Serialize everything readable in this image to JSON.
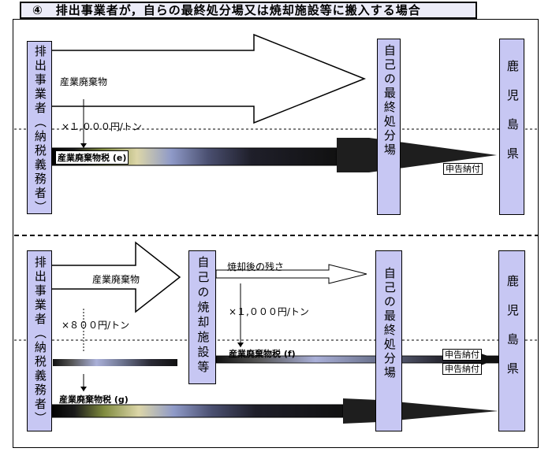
{
  "header": {
    "title": "④　排出事業者が，自らの最終処分場又は焼却施設等に搬入する場合"
  },
  "upper": {
    "emitter": "排出事業者（納税義務者）",
    "final_site": "自己の最終処分場",
    "prefecture": "鹿児島県",
    "waste_label": "産業廃棄物",
    "rate_label": "×１,０００円/トン",
    "tax_label": "産業廃棄物税 (e)",
    "filing": "申告納付"
  },
  "lower": {
    "emitter": "排出事業者（納税義務者）",
    "incinerator": "自己の焼却施設等",
    "final_site": "自己の最終処分場",
    "prefecture": "鹿児島県",
    "waste_label": "産業廃棄物",
    "residue_label": "焼却後の残さ",
    "rate_f": "×１,０００円/トン",
    "rate_g": "×８００円/トン",
    "tax_f": "産業廃棄物税 (f)",
    "tax_g": "産業廃棄物税 (g)",
    "filing_1": "申告納付",
    "filing_2": "申告納付"
  },
  "colors": {
    "box_fill": "#c7c7f3",
    "arrow_dark": "#222222",
    "gradient_light": "#e6e0b0"
  }
}
